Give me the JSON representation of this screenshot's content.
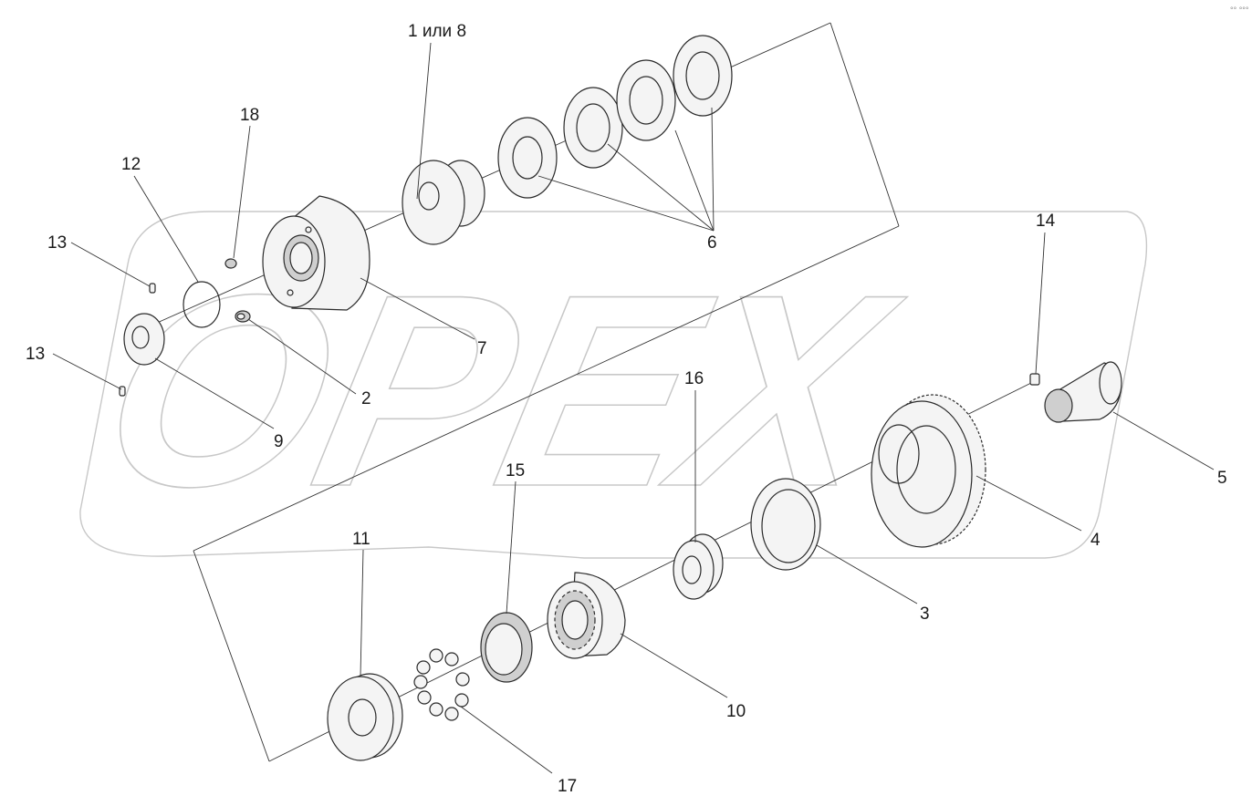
{
  "watermark": {
    "text": "OPEX"
  },
  "corner_mark": "°° °°°",
  "callouts": {
    "c1or8": "1 или 8",
    "c2": "2",
    "c3": "3",
    "c4": "4",
    "c5": "5",
    "c6": "6",
    "c7": "7",
    "c9": "9",
    "c10": "10",
    "c11": "11",
    "c12": "12",
    "c13a": "13",
    "c13b": "13",
    "c14": "14",
    "c15": "15",
    "c16": "16",
    "c17": "17",
    "c18": "18"
  }
}
